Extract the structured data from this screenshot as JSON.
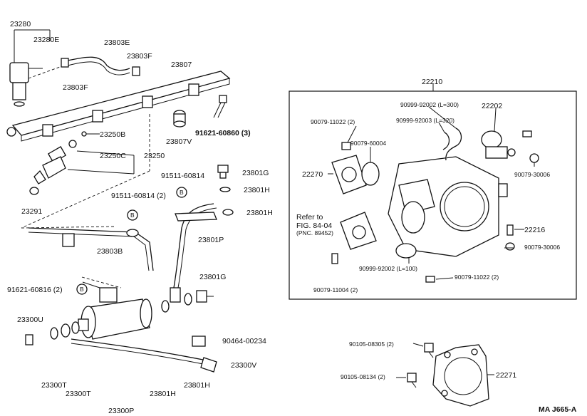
{
  "labels": {
    "p23280": "23280",
    "p23280E": "23280E",
    "p23803E": "23803E",
    "p23803F_a": "23803F",
    "p23803F_b": "23803F",
    "p23807": "23807",
    "p23807V": "23807V",
    "p91621_60860": "91621-60860 (3)",
    "p23250B": "23250B",
    "p23250C": "23250C",
    "p23250": "23250",
    "p23291": "23291",
    "p91511_60814": "91511-60814",
    "p91511_60814_2": "91511-60814 (2)",
    "p23801G_a": "23801G",
    "p23801H_a": "23801H",
    "p23801H_b": "23801H",
    "p23803B": "23803B",
    "p23801P": "23801P",
    "p91621_60816": "91621-60816 (2)",
    "p23801G_b": "23801G",
    "p23300U": "23300U",
    "p90464": "90464-00234",
    "p23300V": "23300V",
    "p23300T_a": "23300T",
    "p23300T_b": "23300T",
    "p23801H_c": "23801H",
    "p23801H_d": "23801H",
    "p23300P": "23300P",
    "p22210": "22210",
    "p90999_92002_300": "90999-92002 (L=300)",
    "p90999_92003_320": "90999-92003 (L=320)",
    "p22202": "22202",
    "p90079_11022_2a": "90079-11022 (2)",
    "p90079_60004": "90079-60004",
    "p22270": "22270",
    "p90079_30006_a": "90079-30006",
    "p22216": "22216",
    "p90079_30006_b": "90079-30006",
    "refer_to": "Refer to",
    "fig": "FIG. 84-04",
    "pnc": "(PNC. 89452)",
    "p90999_92002_100": "90999-92002 (L=100)",
    "p90079_11022_2b": "90079-11022 (2)",
    "p90079_11004": "90079-11004 (2)",
    "p90105_08305": "90105-08305 (2)",
    "p90105_08134": "90105-08134 (2)",
    "p22271": "22271",
    "footer": "MA J665-A",
    "circle_b1": "B",
    "circle_b2": "B",
    "circle_b3": "B"
  }
}
